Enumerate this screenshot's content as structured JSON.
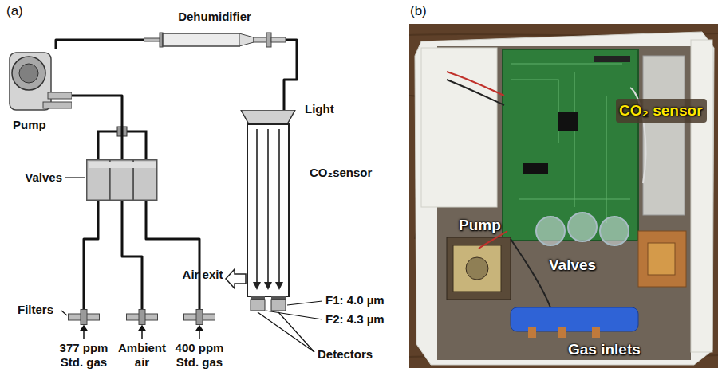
{
  "diagram": {
    "nodes": [
      {
        "text": [
          "Pump"
        ]
      },
      {
        "text": [
          "Dehumidifier"
        ]
      },
      {
        "text": [
          "CO₂sensor"
        ]
      },
      {
        "text": [
          "Valves"
        ]
      },
      {
        "text": [
          "377 ppm Std. gas"
        ]
      },
      {
        "text": [
          "Ambient air"
        ]
      },
      {
        "text": [
          "400 ppm Std. gas"
        ]
      }
    ],
    "edges": [
      {
        "from": 0,
        "to": 1,
        "arrow": "none"
      },
      {
        "from": 1,
        "to": 2,
        "arrow": "none"
      },
      {
        "from": 3,
        "to": 0,
        "arrow": "none"
      },
      {
        "from": 4,
        "to": 3,
        "arrow": "none"
      },
      {
        "from": 5,
        "to": 3,
        "arrow": "none"
      },
      {
        "from": 6,
        "to": 3,
        "arrow": "none"
      }
    ],
    "labels": [
      "(a)",
      "(b)",
      "Light",
      "Air exit",
      "F1: 4.0 µm",
      "F2: 4.3 µm",
      "Detectors",
      "Filters",
      "Pump",
      "Valves",
      "CO₂ sensor",
      "Gas inlets"
    ]
  }
}
